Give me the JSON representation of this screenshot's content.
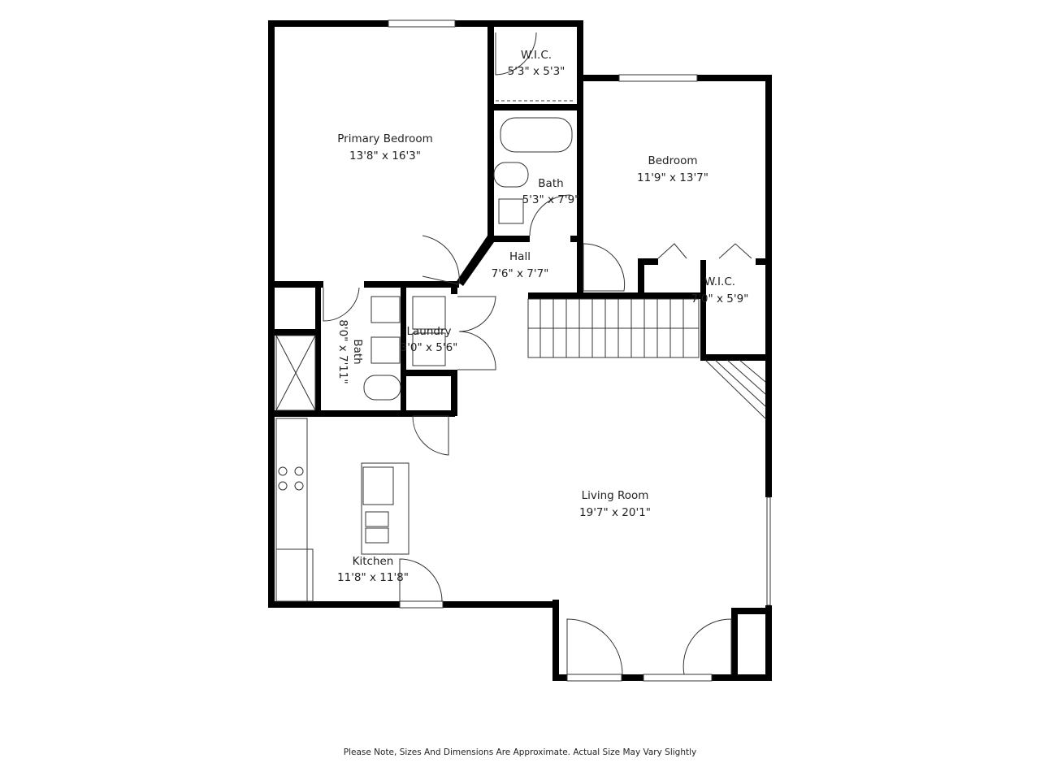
{
  "rooms": [
    {
      "name": "Primary Bedroom",
      "dims": "13'8\" x 16'3\""
    },
    {
      "name": "W.I.C.",
      "dims": "5'3\" x 5'3\""
    },
    {
      "name": "Bath",
      "dims": "5'3\" x 7'9\""
    },
    {
      "name": "Bedroom",
      "dims": "11'9\" x 13'7\""
    },
    {
      "name": "Hall",
      "dims": "7'6\" x 7'7\""
    },
    {
      "name": "W.I.C.",
      "dims": "7'0\" x 5'9\""
    },
    {
      "name": "Bath",
      "dims": "8'0\" x 7'11\""
    },
    {
      "name": "Laundry",
      "dims": "3'0\" x 5'6\""
    },
    {
      "name": "Living Room",
      "dims": "19'7\" x 20'1\""
    },
    {
      "name": "Kitchen",
      "dims": "11'8\" x 11'8\""
    }
  ],
  "footer_note": "Please Note, Sizes And Dimensions Are Approximate. Actual Size May Vary Slightly",
  "colors": {
    "wall": "#000000",
    "line": "#333333"
  }
}
